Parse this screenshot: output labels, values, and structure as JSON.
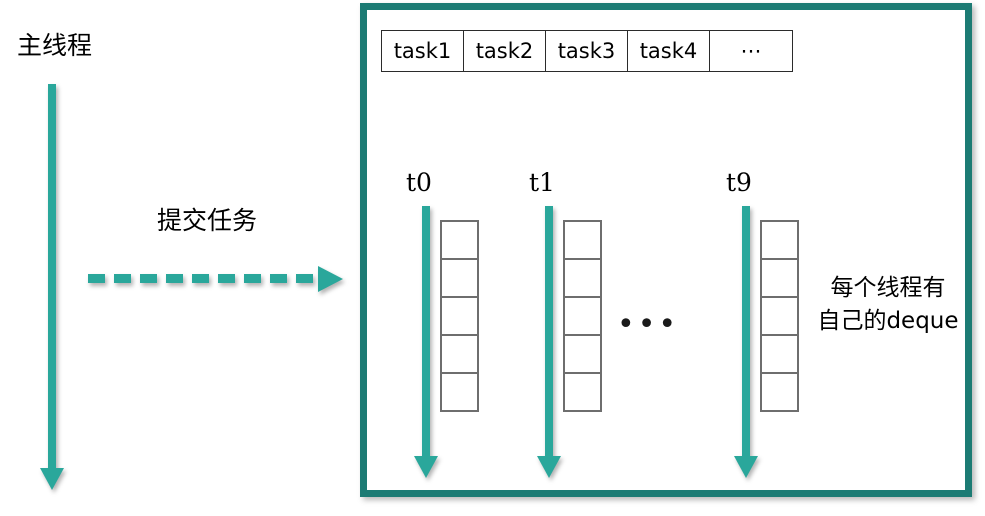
{
  "diagram": {
    "title_text": "主线程",
    "submit_label": "提交任务",
    "colors": {
      "arrow_teal": "#2AA79B",
      "box_border_teal": "#1C7B74",
      "cell_border": "#6e6e6e",
      "task_border": "#2b2b2b",
      "background": "#ffffff"
    }
  },
  "main_thread": {
    "label": "主线程",
    "arrow_name": "main-thread-arrow"
  },
  "submit_flow": {
    "label": "提交任务",
    "arrow_style": "dashed",
    "arrow_name": "submit-task-dashed-arrow"
  },
  "pool": {
    "task_queue": {
      "cells": [
        "task1",
        "task2",
        "task3",
        "task4",
        "⋯"
      ]
    },
    "threads": [
      {
        "label": "t0",
        "deque_cells": 5
      },
      {
        "label": "t1",
        "deque_cells": 5
      },
      {
        "label": "t9",
        "deque_cells": 5
      }
    ],
    "threads_ellipsis": "•••",
    "note": {
      "line1": "每个线程有",
      "line2": "自己的deque"
    }
  }
}
